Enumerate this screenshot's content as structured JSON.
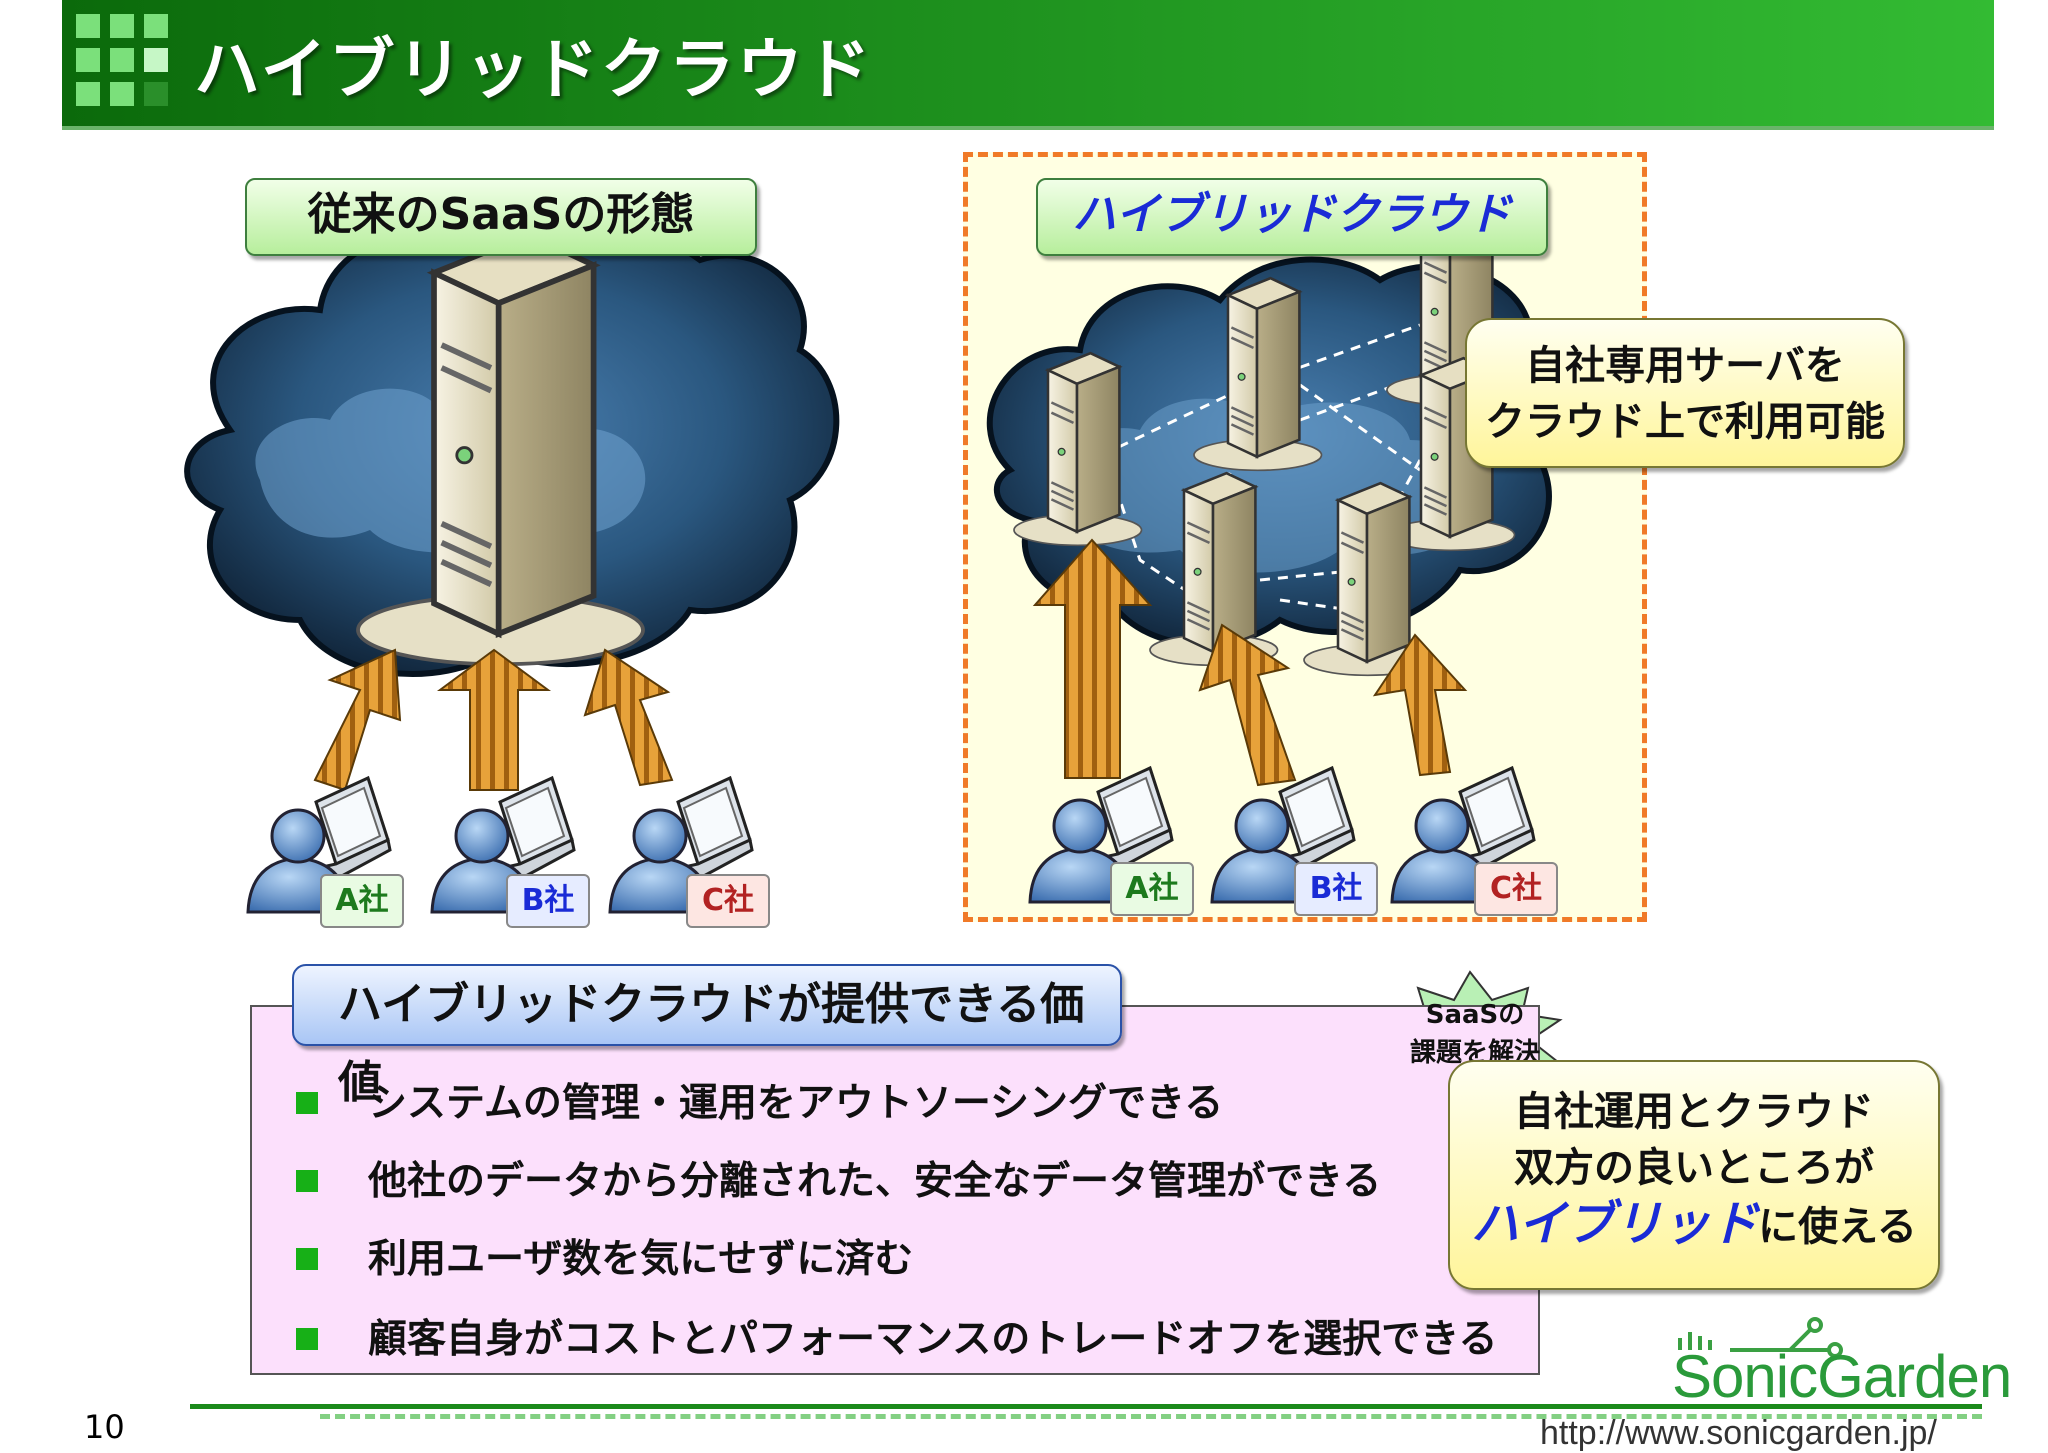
{
  "header": {
    "title": "ハイブリッドクラウド"
  },
  "left_panel": {
    "label": "従来のSaaSの形態",
    "companies": [
      "A社",
      "B社",
      "C社"
    ]
  },
  "right_panel": {
    "label": "ハイブリッドクラウド",
    "callout_lines": [
      "自社専用サーバを",
      "クラウド上で利用可能"
    ],
    "companies": [
      "A社",
      "B社",
      "C社"
    ]
  },
  "value_section": {
    "title": "ハイブリッドクラウドが提供できる価値",
    "items": [
      "システムの管理・運用をアウトソーシングできる",
      "他社のデータから分離された、安全なデータ管理ができる",
      "利用ユーザ数を気にせずに済む",
      "顧客自身がコストとパフォーマンスのトレードオフを選択できる"
    ]
  },
  "starburst": {
    "line1": "SaaSの",
    "line2": "課題を解決"
  },
  "benefit_box": {
    "line1": "自社運用とクラウド",
    "line2": "双方の良いところが",
    "line3_highlight": "ハイブリッド",
    "line3_rest": "に使える"
  },
  "footer": {
    "page_number": "10",
    "brand": "SonicGarden",
    "url": "http://www.sonicgarden.jp/"
  },
  "colors": {
    "header_green": "#1d8f1d",
    "accent_blue": "#1a2bd6",
    "company_a": "#1d7a1d",
    "company_b": "#1a2bd6",
    "company_c": "#b22222",
    "frame_orange": "#f07a28"
  }
}
